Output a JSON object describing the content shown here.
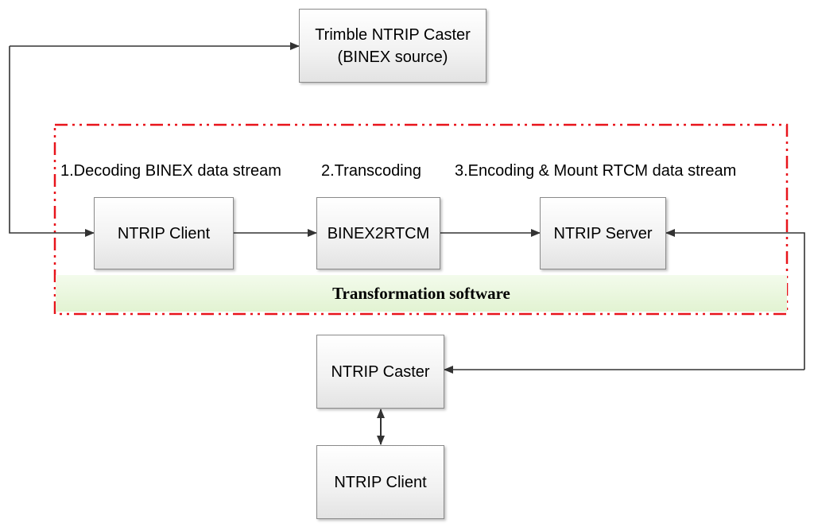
{
  "boxes": {
    "trimble_caster": {
      "line1": "Trimble NTRIP Caster",
      "line2": "(BINEX source)"
    },
    "ntrip_client_top": "NTRIP Client",
    "binex2rtcm": "BINEX2RTCM",
    "ntrip_server": "NTRIP Server",
    "ntrip_caster": "NTRIP Caster",
    "ntrip_client_bottom": "NTRIP Client"
  },
  "steps": {
    "step1": "1.Decoding BINEX data stream",
    "step2": "2.Transcoding",
    "step3": "3.Encoding & Mount RTCM data stream"
  },
  "banner": "Transformation software",
  "colors": {
    "boundary": "#e8141b",
    "arrow": "#333333",
    "banner_fill": "#e2f3d2"
  }
}
